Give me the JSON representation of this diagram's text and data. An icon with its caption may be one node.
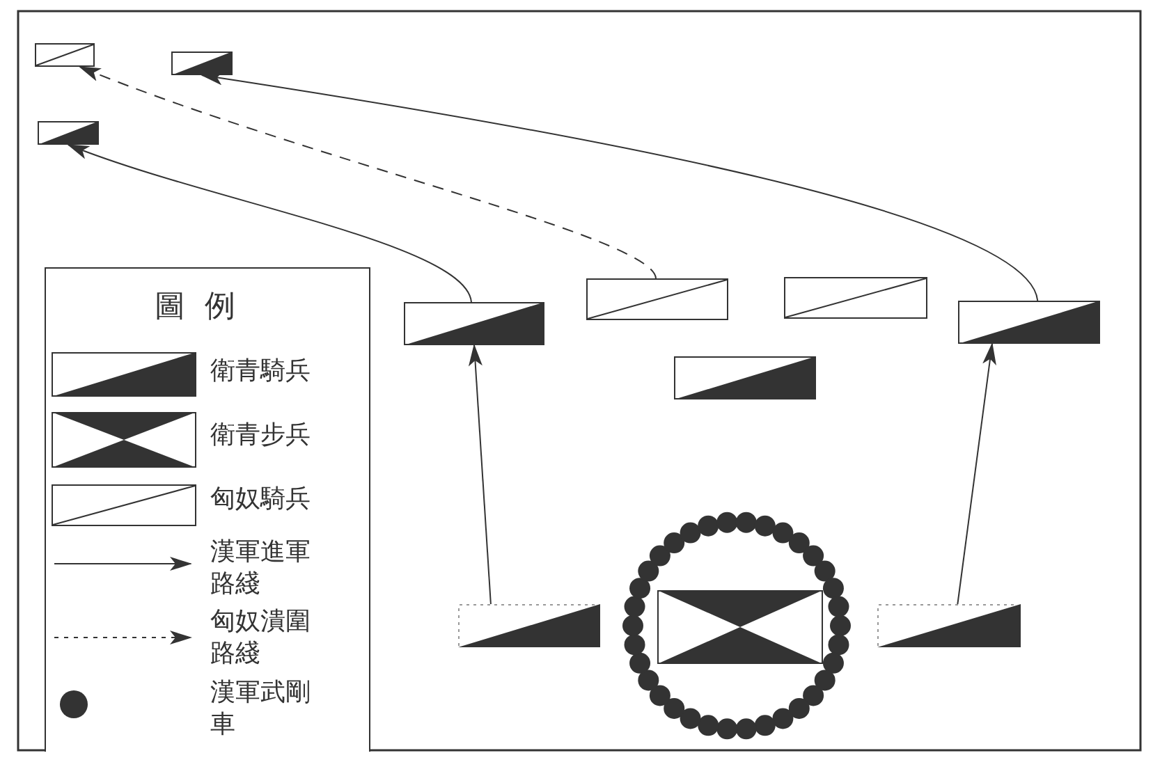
{
  "diagram": {
    "nodes": [
      {
        "text": [],
        "shape": "box"
      },
      {
        "text": [],
        "shape": "box"
      },
      {
        "text": [],
        "shape": "box"
      },
      {
        "text": [],
        "shape": "box"
      },
      {
        "text": [],
        "shape": "box"
      },
      {
        "text": [],
        "shape": "box"
      },
      {
        "text": [],
        "shape": "box"
      },
      {
        "text": [],
        "shape": "box"
      },
      {
        "text": [],
        "shape": "box"
      },
      {
        "text": [],
        "shape": "circle"
      },
      {
        "text": [],
        "shape": "box",
        "in": 9
      },
      {
        "text": [],
        "shape": "box"
      }
    ],
    "edges": [
      {
        "from": 3,
        "to": 2,
        "arrow": "to"
      },
      {
        "from": 4,
        "to": 0,
        "arrow": "to",
        "style": "dashed"
      },
      {
        "from": 6,
        "to": 1,
        "arrow": "to"
      },
      {
        "from": 8,
        "to": 3,
        "arrow": "to"
      },
      {
        "from": 11,
        "to": 6,
        "arrow": "to"
      }
    ],
    "labels": [
      "圖例"
    ],
    "legend": [
      {
        "text": "衛青騎兵"
      },
      {
        "text": "衛青步兵"
      },
      {
        "text": "匈奴騎兵"
      },
      {
        "text": "漢軍進軍路綫"
      },
      {
        "text": "匈奴潰圍路綫"
      },
      {
        "text": "漢軍武剛車"
      }
    ]
  }
}
